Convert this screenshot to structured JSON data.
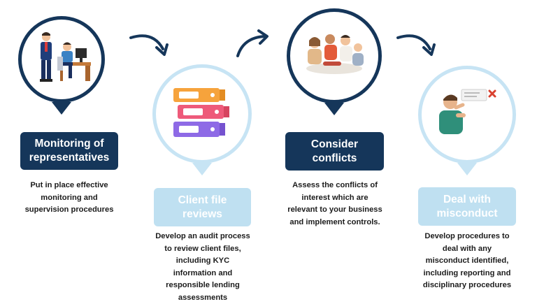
{
  "steps": [
    {
      "title_line1": "Monitoring of",
      "title_line2": "representatives",
      "desc_lines": [
        "Put in place effective",
        "monitoring and",
        "supervision procedures"
      ],
      "icon": "office-people-icon"
    },
    {
      "title_line1": "Client file",
      "title_line2": "reviews",
      "desc_lines": [
        "Develop an audit process",
        "to review client files,",
        "including KYC",
        "information and",
        "responsible lending",
        "assessments"
      ],
      "icon": "folders-icon"
    },
    {
      "title_line1": "Consider",
      "title_line2": "conflicts",
      "desc_lines": [
        "Assess the conflicts of",
        "interest which are",
        "relevant to your business",
        "and implement controls."
      ],
      "icon": "team-discussion-icon"
    },
    {
      "title_line1": "Deal with",
      "title_line2": "misconduct",
      "desc_lines": [
        "Develop procedures to",
        "deal with any",
        "misconduct identified,",
        "including reporting and",
        "disciplinary procedures"
      ],
      "icon": "thinking-person-icon"
    }
  ],
  "colors": {
    "dark": "#15365a",
    "light": "#c7e4f4",
    "light_label": "#bfe0f1",
    "arrow": "#15365a"
  }
}
